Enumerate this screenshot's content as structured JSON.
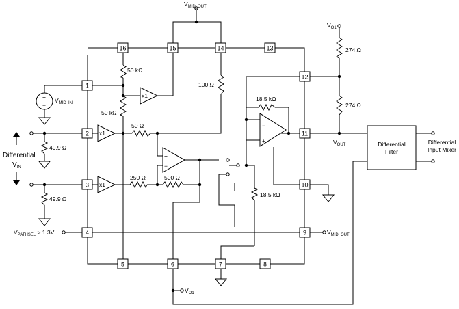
{
  "pins": [
    "1",
    "2",
    "3",
    "4",
    "5",
    "6",
    "7",
    "8",
    "9",
    "10",
    "11",
    "12",
    "13",
    "14",
    "15",
    "16"
  ],
  "nets": {
    "vmid_out_top": {
      "main": "V",
      "sub": "MID_OUT"
    },
    "vmid_in": {
      "main": "V",
      "sub": "MID_IN"
    },
    "vo1_top": {
      "main": "V",
      "sub": "O1"
    },
    "vout": {
      "main": "V",
      "sub": "OUT"
    },
    "vpathsel": {
      "main": "V",
      "sub": "PATHSEL",
      "suffix": " > 1.3V"
    },
    "vmid_out_right": {
      "main": "V",
      "sub": "MID_OUT"
    },
    "vo1_bottom": {
      "main": "V",
      "sub": "O1"
    }
  },
  "resistors": {
    "r_50k_top": "50 kΩ",
    "r_50k_mid": "50 kΩ",
    "r_100": "100 Ω",
    "r_18k5_fb": "18.5 kΩ",
    "r_50": "50 Ω",
    "r_250": "250 Ω",
    "r_500": "500 Ω",
    "r_18k5_low": "18.5 kΩ",
    "r_274_top": "274 Ω",
    "r_274_bot": "274 Ω",
    "r_49_9_top": "49.9 Ω",
    "r_49_9_bot": "49.9 Ω"
  },
  "buffers": {
    "x1": "x1"
  },
  "source_signs": {
    "plus": "+",
    "minus": "−"
  },
  "differential": {
    "label": "Differential",
    "vin_main": "V",
    "vin_sub": "IN"
  },
  "blocks": {
    "filter_line1": "Differential",
    "filter_line2": "Filter",
    "mixer_line1": "Differential",
    "mixer_line2": "Input Mixer"
  }
}
